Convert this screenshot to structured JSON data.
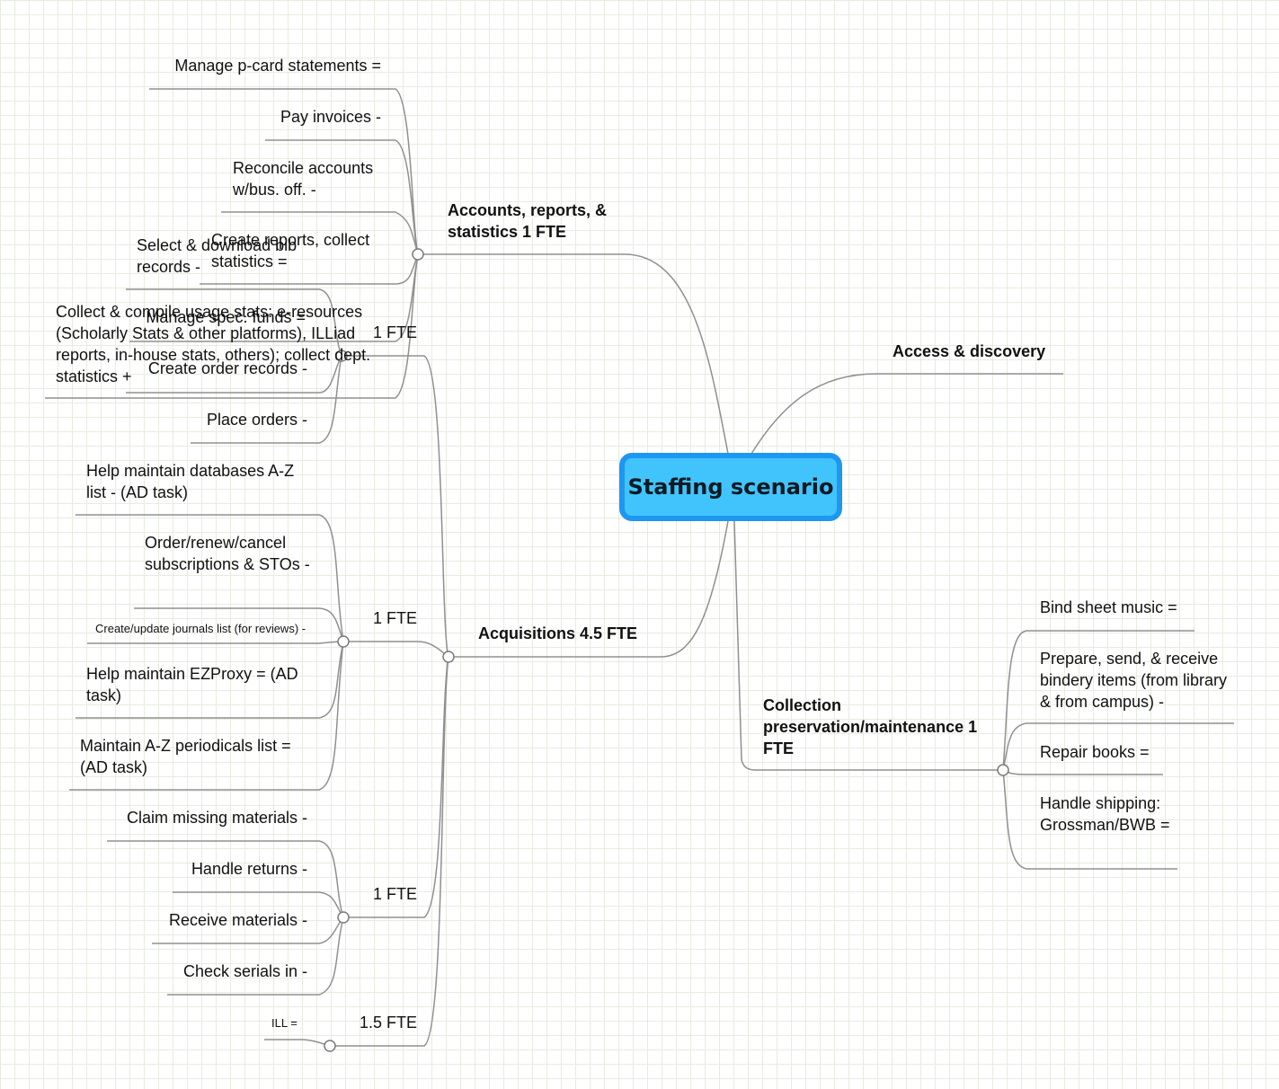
{
  "root": {
    "label": "Staffing scenario"
  },
  "branches": {
    "accounts": {
      "label": "Accounts, reports, & statistics 1 FTE",
      "children": [
        "Manage p-card statements =",
        "Pay invoices -",
        "Reconcile accounts w/bus. off. -",
        "Create reports, collect statistics =",
        "Manage spec. funds =",
        "Collect & compile usage stats: e-resources (Scholarly Stats & other platforms), ILLiad reports, in-house stats, others); collect dept. statistics +"
      ]
    },
    "access": {
      "label": "Access & discovery"
    },
    "acquisitions": {
      "label": "Acquisitions 4.5 FTE",
      "groups": [
        {
          "label": "1 FTE",
          "children": [
            "Select & download bib records -",
            "Create order records -",
            "Place orders -"
          ]
        },
        {
          "label": "1 FTE",
          "children": [
            "Help maintain databases A-Z list - (AD task)",
            "Order/renew/cancel subscriptions & STOs -",
            "Create/update journals list (for reviews) -",
            "Help maintain EZProxy = (AD task)",
            "Maintain A-Z periodicals list = (AD task)"
          ]
        },
        {
          "label": "1 FTE",
          "children": [
            "Claim missing materials -",
            "Handle returns -",
            "Receive materials -",
            "Check serials in -"
          ]
        },
        {
          "label": "1.5 FTE",
          "children": [
            "ILL ="
          ]
        }
      ]
    },
    "collection": {
      "label": "Collection preservation/maintenance 1 FTE",
      "children": [
        "Bind sheet music =",
        "Prepare, send, & receive bindery items (from library & from campus) -",
        "Repair books =",
        "Handle shipping: Grossman/BWB ="
      ]
    }
  }
}
